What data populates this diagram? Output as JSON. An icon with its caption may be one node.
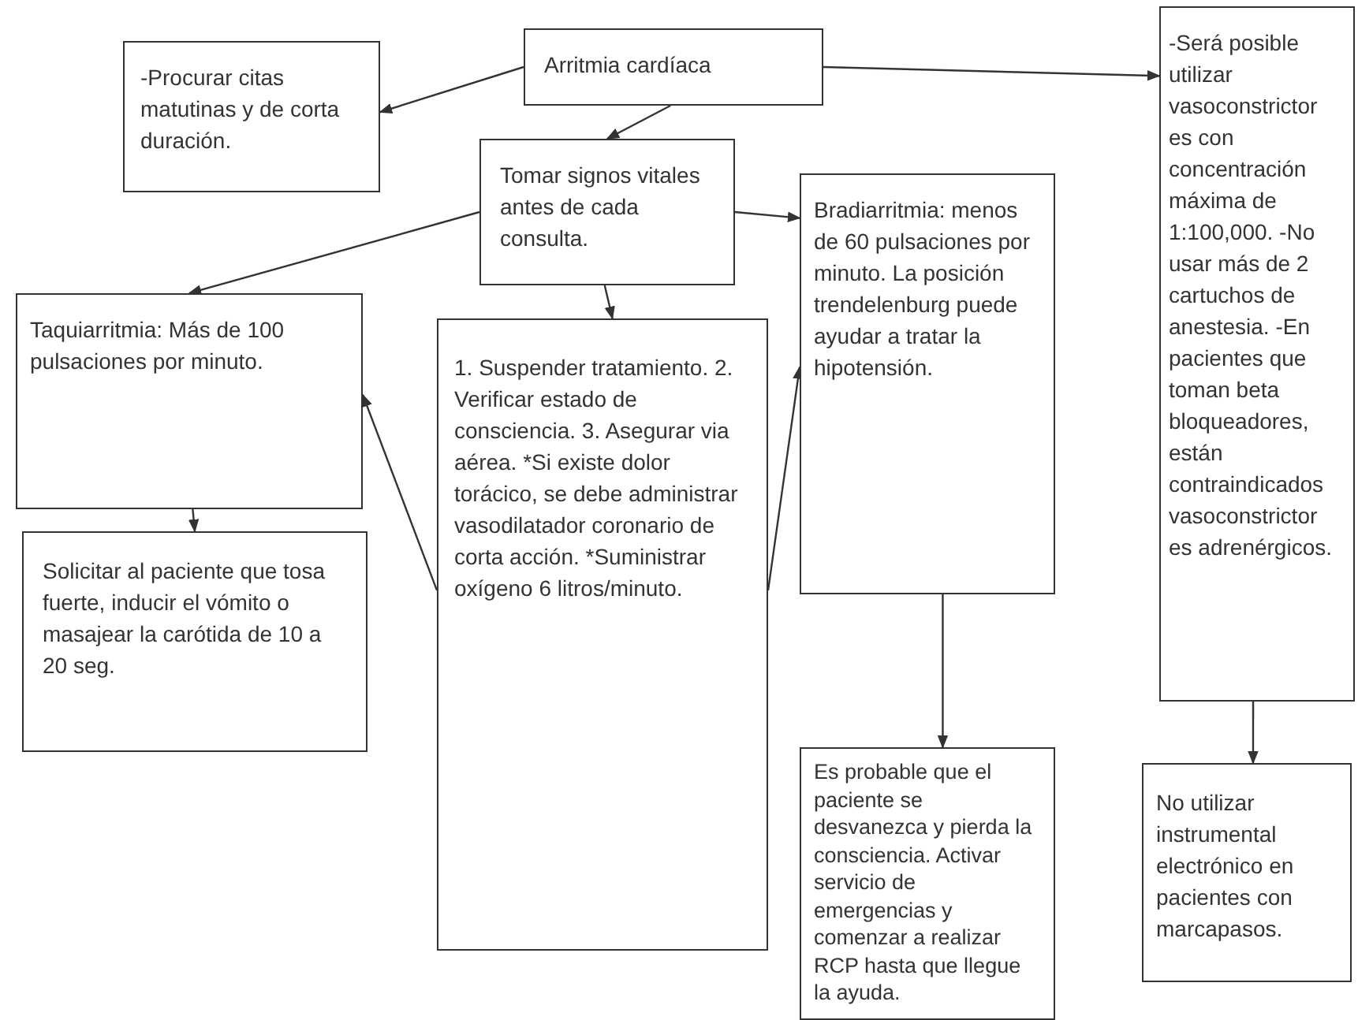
{
  "diagram": {
    "nodes": [
      {
        "text": [
          "-Procurar citas matutinas y de corta duración."
        ]
      },
      {
        "text": [
          "Arritmia cardíaca"
        ]
      },
      {
        "text": [
          "-Será posible utilizar vasoconstrictor es con concentración máxima de 1:100,000. -No usar más de 2 cartuchos de anestesia. -En pacientes que toman beta bloqueadores, están contraindicados vasoconstrictor es adrenérgicos."
        ]
      },
      {
        "text": [
          "Tomar signos vitales antes de cada consulta."
        ]
      },
      {
        "text": [
          "Bradiarritmia: menos de 60 pulsaciones por minuto. La posición trendelenburg puede ayudar a tratar la hipotensión."
        ]
      },
      {
        "text": [
          "Taquiarritmia: Más de 100 pulsaciones por minuto."
        ]
      },
      {
        "text": [
          "1. Suspender tratamiento. 2. Verificar estado de consciencia. 3. Asegurar via aérea. *Si existe dolor torácico, se debe administrar vasodilatador coronario de corta acción. *Suministrar oxígeno 6 litros/minuto."
        ]
      },
      {
        "text": [
          "Solicitar al paciente que tosa fuerte, inducir el vómito o masajear la carótida de 10 a 20 seg."
        ]
      },
      {
        "text": [
          "Es probable que el paciente se desvanezca y pierda la consciencia. Activar servicio de emergencias y comenzar a realizar RCP hasta que llegue la ayuda."
        ]
      },
      {
        "text": [
          "No utilizar instrumental electrónico en pacientes con marcapasos."
        ]
      }
    ],
    "edges": [
      {
        "from": 1,
        "to": 0,
        "arrow": "to"
      },
      {
        "from": 1,
        "to": 2,
        "arrow": "to"
      },
      {
        "from": 1,
        "to": 3,
        "arrow": "to"
      },
      {
        "from": 3,
        "to": 5,
        "arrow": "to"
      },
      {
        "from": 3,
        "to": 6,
        "arrow": "to"
      },
      {
        "from": 3,
        "to": 4,
        "arrow": "to"
      },
      {
        "from": 5,
        "to": 7,
        "arrow": "to"
      },
      {
        "from": 6,
        "to": 5,
        "arrow": "to"
      },
      {
        "from": 6,
        "to": 4,
        "arrow": "to"
      },
      {
        "from": 4,
        "to": 8,
        "arrow": "to"
      },
      {
        "from": 2,
        "to": 9,
        "arrow": "to"
      }
    ]
  }
}
